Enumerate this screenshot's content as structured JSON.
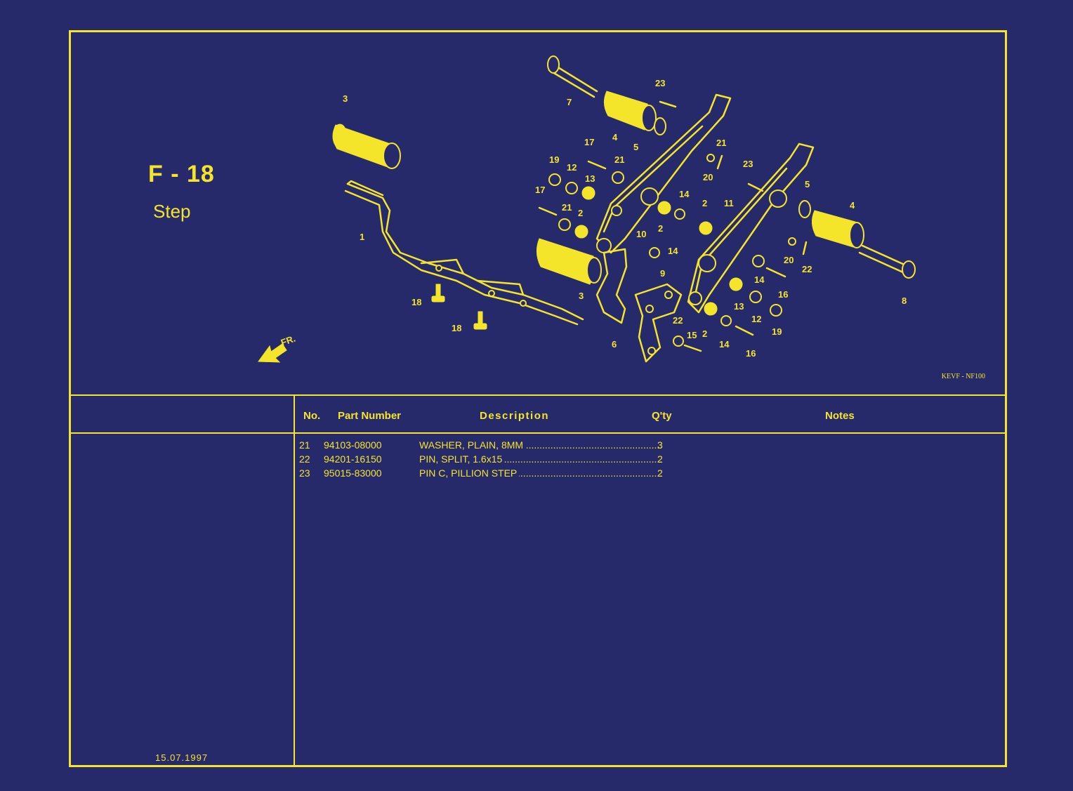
{
  "section": {
    "code": "F - 18",
    "title": "Step"
  },
  "ref_code": "KEVF - NF100",
  "date": "15.07.1997",
  "direction_label": "FR.",
  "table": {
    "headers": {
      "no": "No.",
      "part_number": "Part Number",
      "description": "Description",
      "qty": "Q'ty",
      "notes": "Notes"
    },
    "rows": [
      {
        "no": "21",
        "part_number": "94103-08000",
        "description": "WASHER, PLAIN, 8MM",
        "qty": "3"
      },
      {
        "no": "22",
        "part_number": "94201-16150",
        "description": "PIN, SPLIT, 1.6x15",
        "qty": "2"
      },
      {
        "no": "23",
        "part_number": "95015-83000",
        "description": "PIN C, PILLION STEP",
        "qty": "2"
      }
    ]
  },
  "callouts": [
    "1",
    "2",
    "2",
    "2",
    "2",
    "3",
    "3",
    "4",
    "4",
    "5",
    "5",
    "6",
    "7",
    "8",
    "9",
    "10",
    "11",
    "12",
    "12",
    "13",
    "13",
    "14",
    "14",
    "14",
    "14",
    "15",
    "16",
    "16",
    "17",
    "17",
    "18",
    "18",
    "19",
    "19",
    "20",
    "20",
    "21",
    "21",
    "21",
    "22",
    "22",
    "23",
    "23"
  ],
  "colors": {
    "background": "#272a6a",
    "line": "#f5e52a"
  }
}
